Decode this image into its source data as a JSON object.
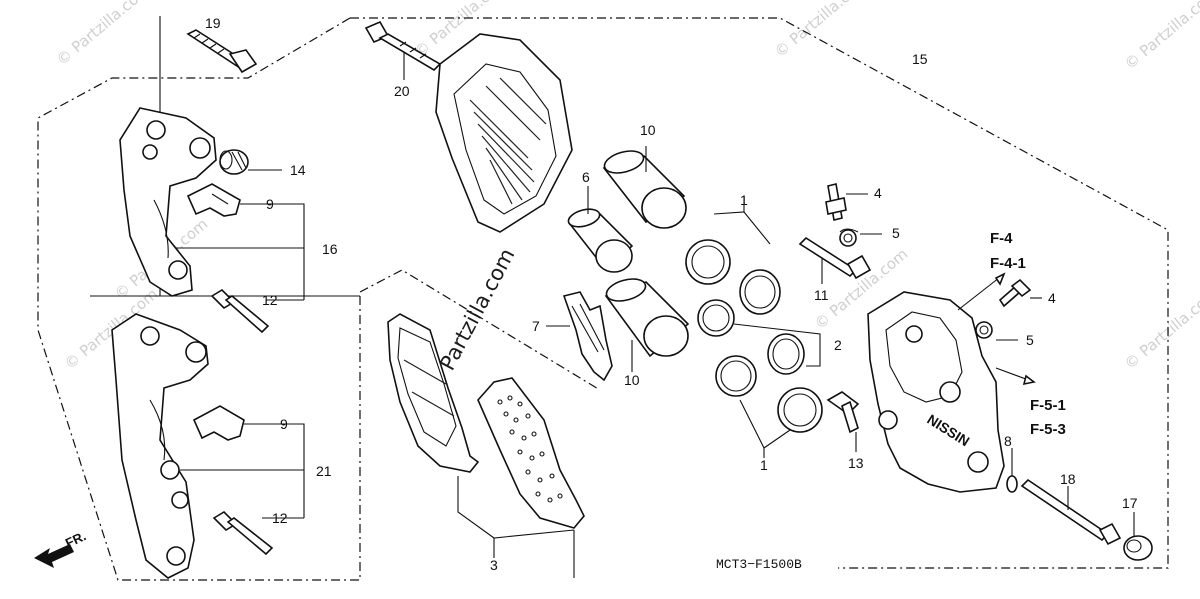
{
  "callouts": {
    "c1a": "1",
    "c1b": "1",
    "c2": "2",
    "c3": "3",
    "c4a": "4",
    "c4b": "4",
    "c5a": "5",
    "c5b": "5",
    "c6": "6",
    "c7": "7",
    "c8": "8",
    "c9a": "9",
    "c9b": "9",
    "c10a": "10",
    "c10b": "10",
    "c11": "11",
    "c12a": "12",
    "c12b": "12",
    "c13": "13",
    "c14": "14",
    "c15": "15",
    "c16": "16",
    "c17": "17",
    "c18": "18",
    "c19": "19",
    "c20": "20",
    "c21": "21"
  },
  "refs": {
    "f4": "F-4",
    "f41": "F-4-1",
    "f51": "F-5-1",
    "f53": "F-5-3"
  },
  "diagram_code": "MCT3−F1500B",
  "front_label": "FR.",
  "caliper_brand": "NISSIN",
  "watermarks": {
    "main": "Partzilla.com",
    "corner": "© Partzilla.com"
  }
}
